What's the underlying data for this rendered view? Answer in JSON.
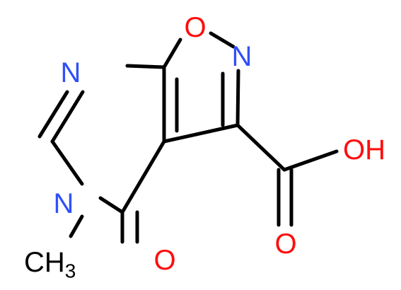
{
  "molecule": {
    "atoms": {
      "o_ring": "O",
      "n_isoxazole": "N",
      "n_pyrimidine_top": "N",
      "n_methyl": "N",
      "ch3_c": "CH",
      "ch3_sub": "3",
      "o_ketone": "O",
      "oh": "OH",
      "o_carbonyl": "O"
    },
    "colors": {
      "oxygen": "#ff0d0d",
      "nitrogen": "#3050f8",
      "carbon": "#000000",
      "bond": "#000000"
    }
  }
}
